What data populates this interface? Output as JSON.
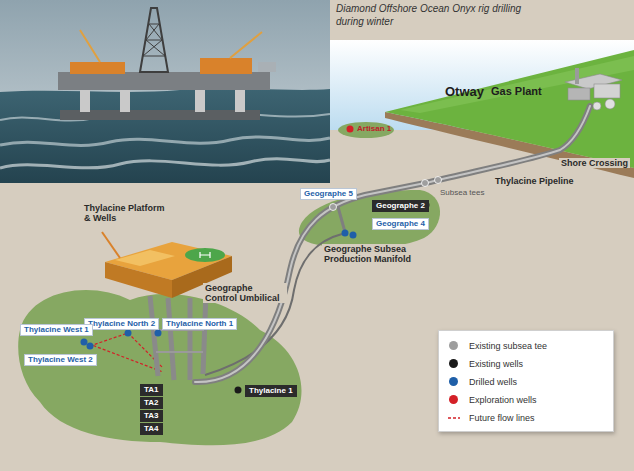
{
  "diagram": {
    "caption": "Diamond Offshore Ocean Onyx rig drilling during winter",
    "nodes": [
      {
        "text": [
          "Geographe 5"
        ]
      },
      {
        "text": [
          "Geographe 2"
        ]
      },
      {
        "text": [
          "Geographe 4"
        ]
      },
      {
        "text": [
          "Thylacine North 2"
        ]
      },
      {
        "text": [
          "Thylacine North 1"
        ]
      },
      {
        "text": [
          "Thylacine West 1"
        ]
      },
      {
        "text": [
          "Thylacine West 2"
        ]
      },
      {
        "text": [
          "Thylacine 1"
        ]
      },
      {
        "text": [
          "TA1"
        ]
      },
      {
        "text": [
          "TA2"
        ]
      },
      {
        "text": [
          "TA3"
        ]
      },
      {
        "text": [
          "TA4"
        ]
      }
    ],
    "labels": [
      "Otway",
      "Gas Plant",
      "Artisan 1",
      "Shore Crossing",
      "Thylacine Pipeline",
      "Subsea tees",
      "Geographe Subsea Production Manifold",
      "Thylacine Platform & Wells",
      "Geographe Control Umbilical"
    ],
    "legend": [
      {
        "text": "Existing subsea tee",
        "color": "#9e9e9e"
      },
      {
        "text": "Existing wells",
        "color": "#1a1a1a"
      },
      {
        "text": "Drilled wells",
        "color": "#1f5fa8"
      },
      {
        "text": "Exploration wells",
        "color": "#d42027"
      },
      {
        "text": "Future flow lines"
      }
    ]
  }
}
